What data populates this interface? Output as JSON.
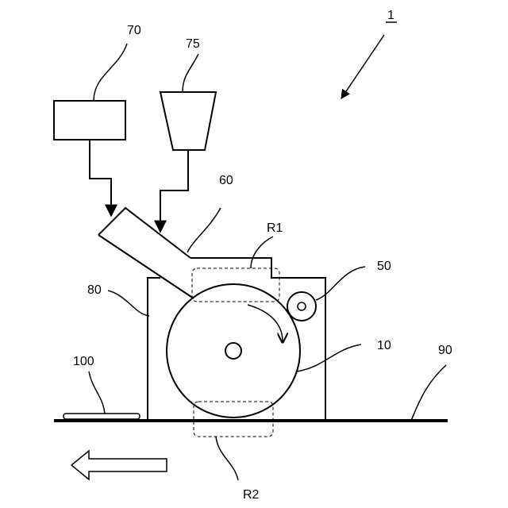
{
  "labels": {
    "assembly": "1",
    "unit70": "70",
    "unit75": "75",
    "unit60": "60",
    "region1": "R1",
    "unit50": "50",
    "unit80": "80",
    "unit10": "10",
    "unit90": "90",
    "unit100": "100",
    "region2": "R2"
  }
}
